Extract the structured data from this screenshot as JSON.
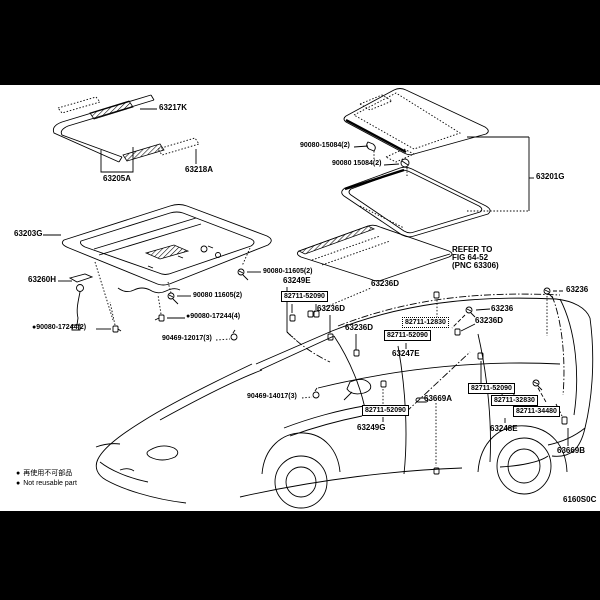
{
  "diagram": {
    "fig_code": "6160S0C",
    "labels": {
      "l63217k": "63217K",
      "l63218a": "63218A",
      "l63205a": "63205A",
      "l63203g": "63203G",
      "l63260h": "63260H",
      "bolt11605_a": "90080-11605(2)",
      "bolt11605_b": "90080 11605(2)",
      "screw17244_4": "●90080-17244(4)",
      "screw17244_2": "●90080-17244(2)",
      "clip12017": "90469-12017(3)",
      "clip14017": "90469-14017(3)",
      "nut15084_a": "90080-15084(2)",
      "nut15084_b": "90080 15084(2)",
      "l63201g": "63201G",
      "l63249e": "63249E",
      "l63249g": "63249G",
      "l63247e": "63247E",
      "l63248e": "63248E",
      "l63236d": "63236D",
      "l63236": "63236",
      "clamp52090": "82711-52090",
      "clamp12830": "82711-12830",
      "clamp32830": "82711-32830",
      "clamp34480": "82711-34480",
      "l63669a": "63669A",
      "l63669b": "63669B"
    },
    "refer_note": {
      "line1": "REFER TO",
      "line2": "FIG 64-52",
      "line3": "(PNC 63306)"
    },
    "legend": {
      "marker": "●",
      "jp": "再使用不可部品",
      "en": "Not reusable part"
    }
  }
}
